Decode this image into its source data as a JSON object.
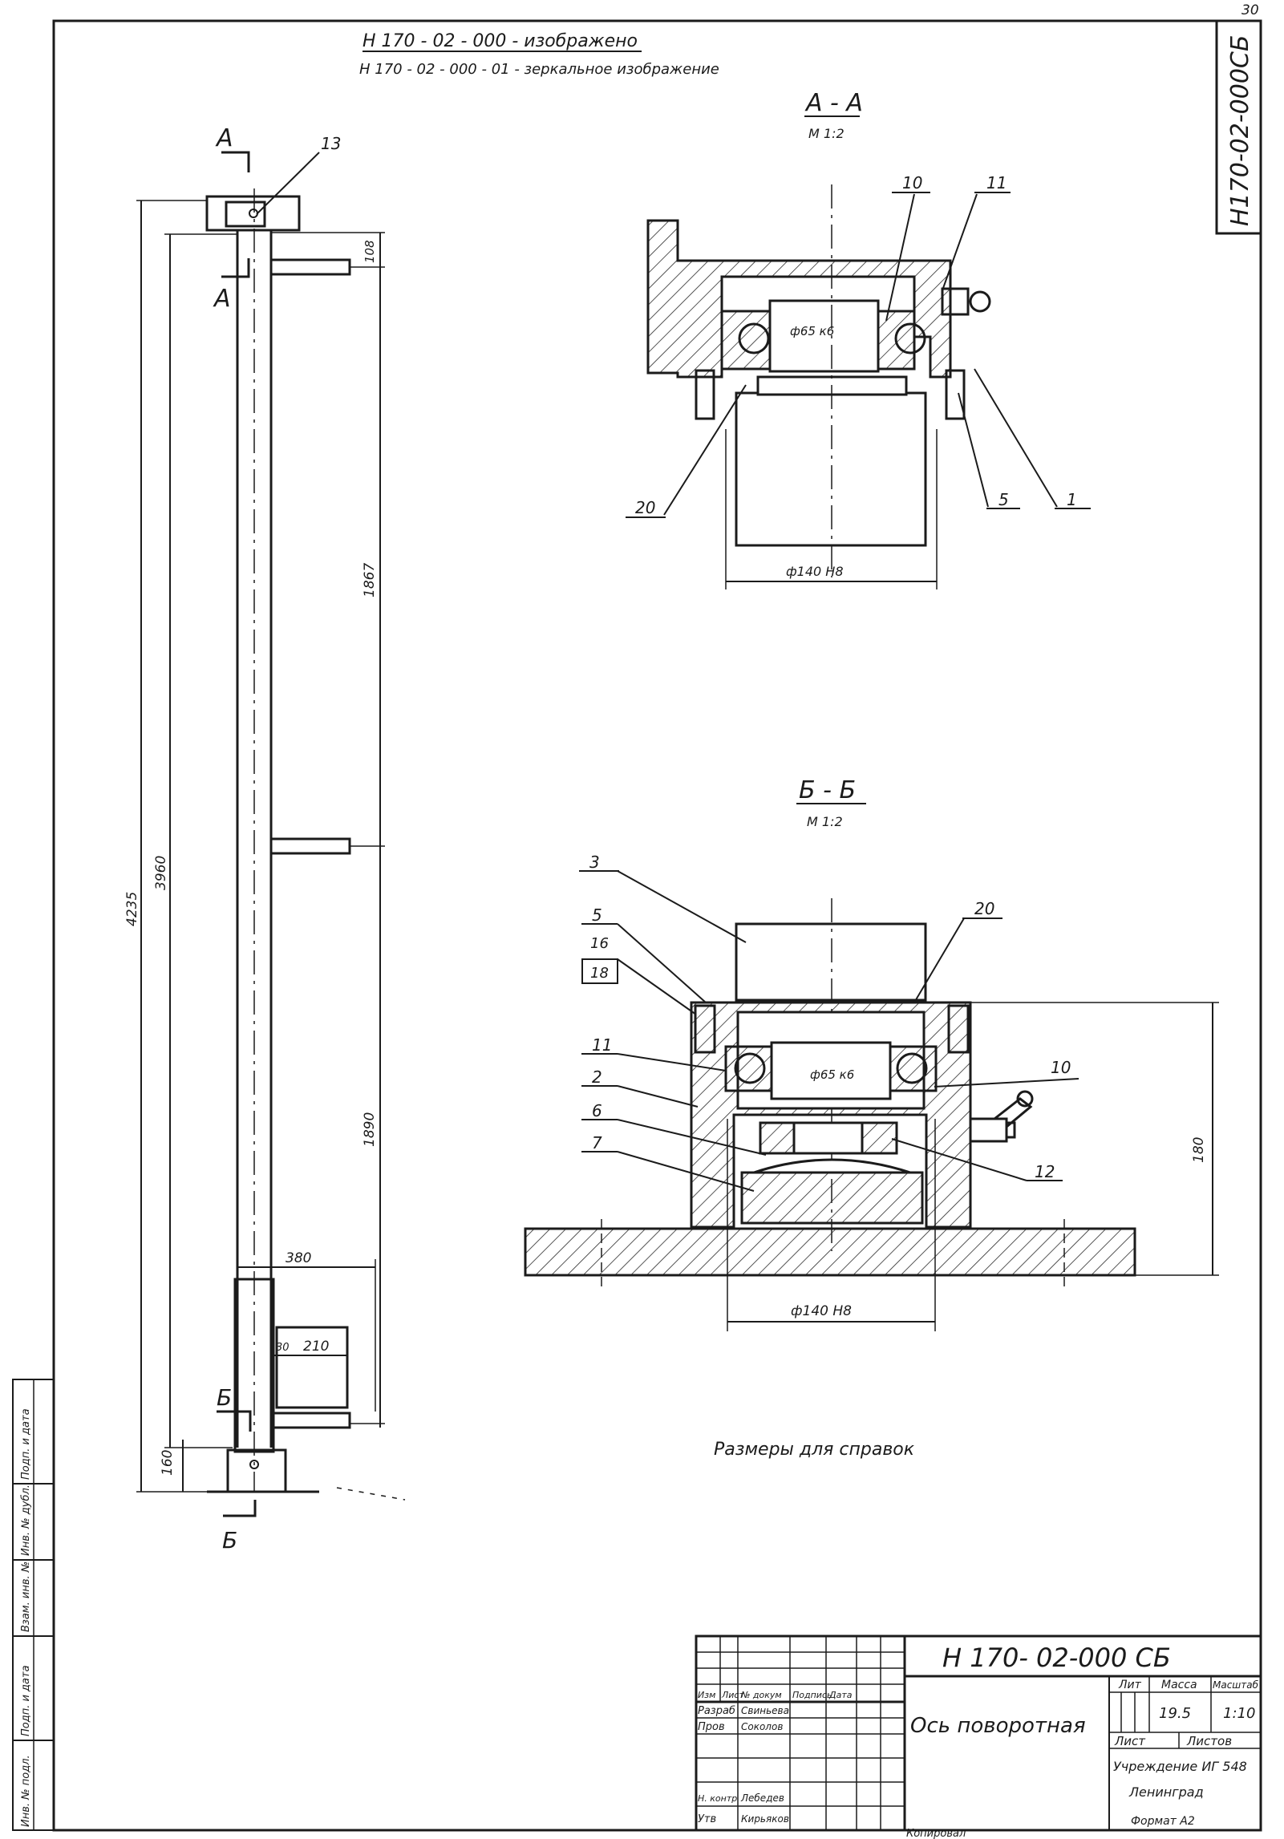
{
  "header": {
    "line1": "Н 170 - 02 - 000 - изображено",
    "line2": "Н 170 - 02 - 000 - 01 - зеркальное изображение",
    "sheet_number": "30"
  },
  "stamp_code_vertical": "Н170-02-000СБ",
  "views": {
    "aa_title": "А - А",
    "aa_scale": "М 1:2",
    "bb_title": "Б - Б",
    "bb_scale": "М 1:2",
    "cut_a": "А",
    "cut_b": "Б"
  },
  "dimensions": {
    "d4235": "4235",
    "d3960": "3960",
    "d1867": "1867",
    "d1890": "1890",
    "d160_left": "160",
    "d108": "108",
    "d380": "380",
    "d30": "30",
    "d210": "210",
    "d180": "180",
    "fit_aa_shaft": "ф65 к6",
    "fit_aa_bore": "ф140 Н8",
    "fit_bb_shaft": "ф65 к6",
    "fit_bb_bore": "ф140 Н8"
  },
  "callouts_aa": [
    "10",
    "11",
    "20",
    "5",
    "1"
  ],
  "callouts_bb": [
    "3",
    "5",
    "16",
    "18",
    "11",
    "2",
    "6",
    "7",
    "20",
    "10",
    "12"
  ],
  "callout_top": "13",
  "note": "Размеры для справок",
  "title_block": {
    "designation": "Н 170- 02-000 СБ",
    "name": "Ось поворотная",
    "col_lit": "Лит",
    "col_mass": "Масса",
    "col_scale": "Масштаб",
    "mass": "19.5",
    "scale": "1:10",
    "sheet_label": "Лист",
    "sheets_label": "Листов",
    "organization": "Учреждение ИГ 548",
    "city": "Ленинград",
    "format": "Формат А2",
    "rows": [
      "Изм",
      "Лист",
      "№ докум",
      "Подпись",
      "Дата"
    ],
    "role_dev": "Разраб",
    "role_check": "Пров",
    "role_tcontrol": "Н. контр",
    "role_approve": "Утв",
    "name_dev": "Свиньева",
    "name_check": "Соколов",
    "name_tc": "Лебедев",
    "name_app": "Кирьяков",
    "copied": "Копировал"
  },
  "left_stamp": [
    "Подп. и дата",
    "Инв. № дубл.",
    "Взам. инв. №",
    "Подп. и дата",
    "Инв. № подл."
  ]
}
